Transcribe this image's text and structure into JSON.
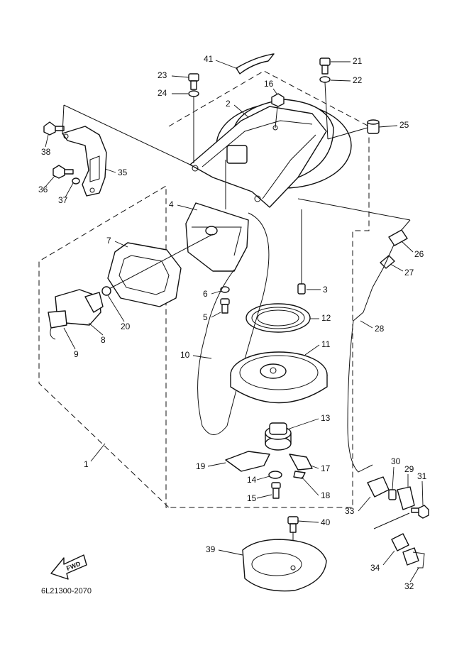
{
  "diagram": {
    "code": "6L21300-2070",
    "fwd_label": "FWD",
    "parts": [
      {
        "id": "part-1",
        "label": "1"
      },
      {
        "id": "part-2",
        "label": "2"
      },
      {
        "id": "part-3",
        "label": "3"
      },
      {
        "id": "part-4",
        "label": "4"
      },
      {
        "id": "part-5",
        "label": "5"
      },
      {
        "id": "part-6",
        "label": "6"
      },
      {
        "id": "part-7",
        "label": "7"
      },
      {
        "id": "part-8",
        "label": "8"
      },
      {
        "id": "part-9",
        "label": "9"
      },
      {
        "id": "part-10",
        "label": "10"
      },
      {
        "id": "part-11",
        "label": "11"
      },
      {
        "id": "part-12",
        "label": "12"
      },
      {
        "id": "part-13",
        "label": "13"
      },
      {
        "id": "part-14",
        "label": "14"
      },
      {
        "id": "part-15",
        "label": "15"
      },
      {
        "id": "part-16",
        "label": "16"
      },
      {
        "id": "part-17",
        "label": "17"
      },
      {
        "id": "part-18",
        "label": "18"
      },
      {
        "id": "part-19",
        "label": "19"
      },
      {
        "id": "part-20",
        "label": "20"
      },
      {
        "id": "part-21",
        "label": "21"
      },
      {
        "id": "part-22",
        "label": "22"
      },
      {
        "id": "part-23",
        "label": "23"
      },
      {
        "id": "part-24",
        "label": "24"
      },
      {
        "id": "part-25",
        "label": "25"
      },
      {
        "id": "part-26",
        "label": "26"
      },
      {
        "id": "part-27",
        "label": "27"
      },
      {
        "id": "part-28",
        "label": "28"
      },
      {
        "id": "part-29",
        "label": "29"
      },
      {
        "id": "part-30",
        "label": "30"
      },
      {
        "id": "part-31",
        "label": "31"
      },
      {
        "id": "part-32",
        "label": "32"
      },
      {
        "id": "part-33",
        "label": "33"
      },
      {
        "id": "part-34",
        "label": "34"
      },
      {
        "id": "part-35",
        "label": "35"
      },
      {
        "id": "part-36",
        "label": "36"
      },
      {
        "id": "part-37",
        "label": "37"
      },
      {
        "id": "part-38",
        "label": "38"
      },
      {
        "id": "part-39",
        "label": "39"
      },
      {
        "id": "part-40",
        "label": "40"
      },
      {
        "id": "part-41",
        "label": "41"
      }
    ]
  }
}
